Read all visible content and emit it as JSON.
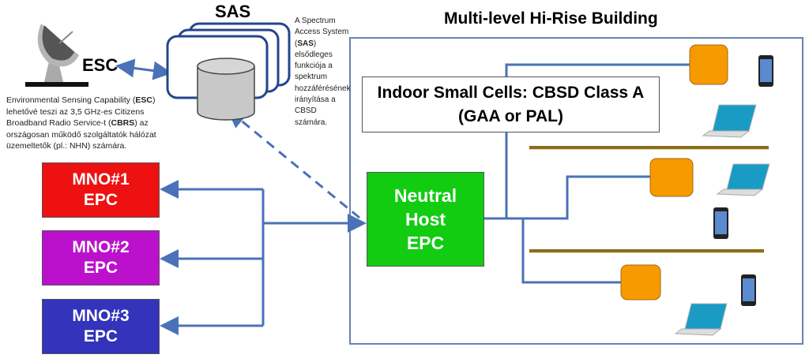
{
  "sas": {
    "title": "SAS",
    "description_parts": [
      "A Spectrum Access System (",
      "SAS",
      ") elsődleges funkciója a spektrum hozzáférésének irányítása a CBSD számára."
    ]
  },
  "esc": {
    "label": "ESC",
    "description_parts": [
      "Environmental Sensing Capability (",
      "ESC",
      ") lehetővé teszi az 3,5 GHz-es Citizens Broadband Radio Service-t (",
      "CBRS",
      ") az országosan működő szolgáltatók hálózat üzemeltetők (pl.: NHN) számára."
    ]
  },
  "building": {
    "title": "Multi-level Hi-Rise Building",
    "cells_label_line1": "Indoor Small Cells: CBSD Class A",
    "cells_label_line2": "(GAA or PAL)"
  },
  "neutral_host": {
    "line1": "Neutral",
    "line2": "Host",
    "line3": "EPC",
    "color": "#11cc11"
  },
  "mnos": [
    {
      "line1": "MNO#1",
      "line2": "EPC",
      "color": "#ee1111"
    },
    {
      "line1": "MNO#2",
      "line2": "EPC",
      "color": "#bb11cc"
    },
    {
      "line1": "MNO#3",
      "line2": "EPC",
      "color": "#3333bb"
    }
  ],
  "colors": {
    "link": "#4a72b8",
    "small_cell": "#f79a00",
    "floor": "#8a6d1e"
  }
}
